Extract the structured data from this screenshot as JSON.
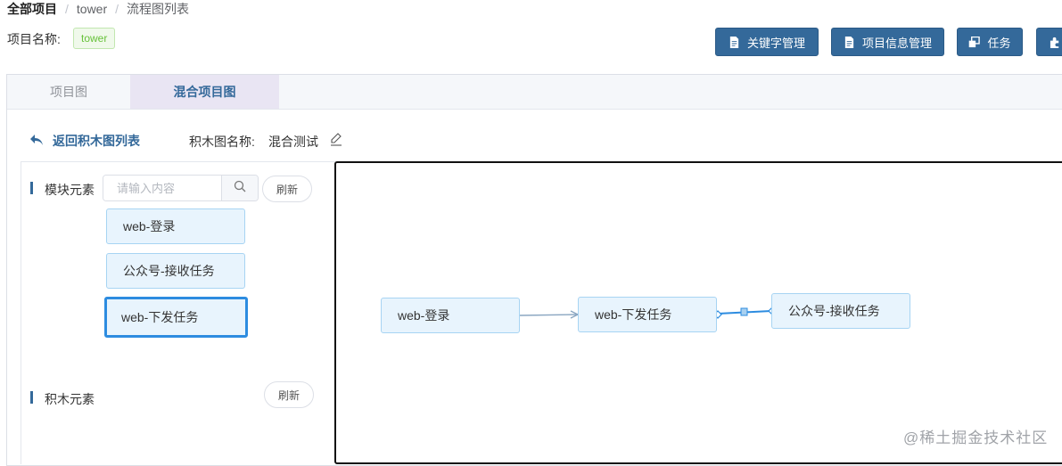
{
  "breadcrumb": {
    "root": "全部项目",
    "project": "tower",
    "current": "流程图列表"
  },
  "project": {
    "label": "项目名称:",
    "name": "tower"
  },
  "toolbar": {
    "keyword_label": "关键字管理",
    "info_label": "项目信息管理",
    "task_label": "任务",
    "accent_color": "#34699a"
  },
  "tabs": [
    {
      "label": "项目图",
      "active": false
    },
    {
      "label": "混合项目图",
      "active": true
    }
  ],
  "back_label": "返回积木图列表",
  "diagram": {
    "label": "积木图名称:",
    "name": "混合测试"
  },
  "modules": {
    "title": "模块元素",
    "search_placeholder": "请输入内容",
    "refresh_label": "刷新",
    "items": [
      {
        "label": "web-登录",
        "selected": false
      },
      {
        "label": "公众号-接收任务",
        "selected": false
      },
      {
        "label": "web-下发任务",
        "selected": true
      }
    ]
  },
  "blocks": {
    "title": "积木元素",
    "refresh_label": "刷新"
  },
  "canvas": {
    "nodes": [
      {
        "label": "web-登录"
      },
      {
        "label": "web-下发任务"
      },
      {
        "label": "公众号-接收任务"
      }
    ],
    "edges": [
      {
        "from": "web-登录",
        "to": "web-下发任务"
      },
      {
        "from": "web-下发任务",
        "to": "公众号-接收任务",
        "selected": true
      }
    ]
  },
  "watermark": "@稀土掘金技术社区"
}
